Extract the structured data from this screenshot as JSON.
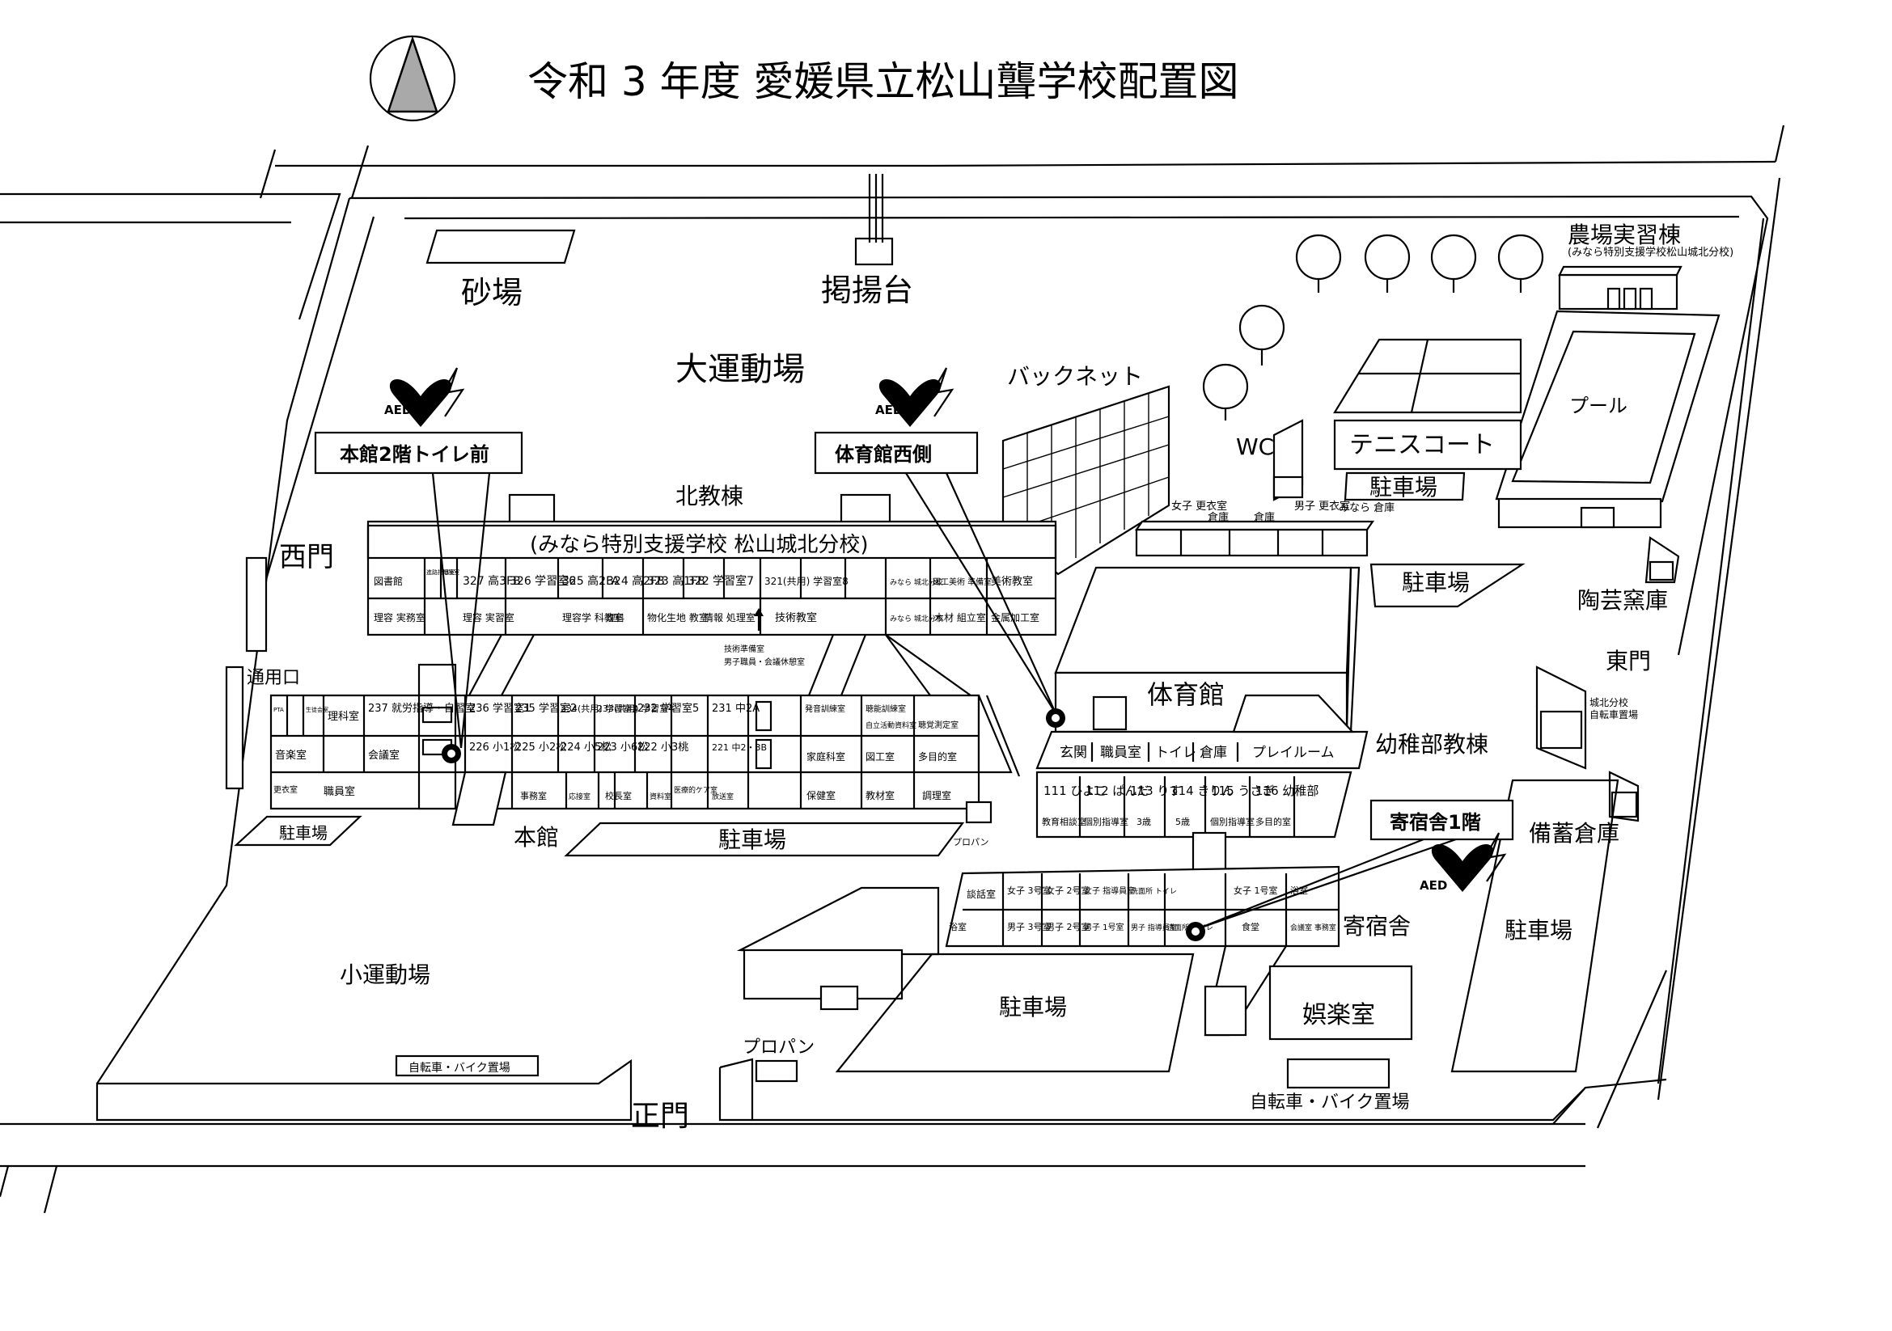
{
  "title": "令和 3 年度 愛媛県立松山聾学校配置図",
  "labels": {
    "sunaba": "砂場",
    "keiyoudai": "掲揚台",
    "dai_undoujou": "大運動場",
    "backnet": "バックネット",
    "wc": "WC",
    "tennis_court": "テニスコート",
    "parking_tennis": "駐車場",
    "nojo_title": "農場実習棟",
    "nojo_sub": "(みなら特別支援学校松山城北分校)",
    "pool": "プール",
    "tougei": "陶芸窯庫",
    "higashimon": "東門",
    "johoku_bunko_1": "城北分校",
    "johoku_bunko_2": "自転車置場",
    "bichiku": "備蓄倉庫",
    "parking_east": "駐車場",
    "youchibu": "幼稚部教棟",
    "taiikukan": "体育館",
    "parking_gym": "駐車場",
    "kita_kyoutou": "北教棟",
    "minara_banner": "(みなら特別支援学校 松山城北分校)",
    "nishimon": "西門",
    "tsuuyouguchi": "通用口",
    "parking_west": "駐車場",
    "honkan": "本館",
    "parking_center": "駐車場",
    "propane_1": "プロパン",
    "propane_2": "プロパン",
    "shou_undoujou": "小運動場",
    "bike_left": "自転車・バイク置場",
    "seimon": "正門",
    "parking_south": "駐車場",
    "kishukusha": "寄宿舎",
    "goraku": "娯楽室",
    "bike_right": "自転車・バイク置場",
    "kouiten": "女子 更衣室",
    "souko_1": "倉庫",
    "souko_2": "倉庫",
    "kouiten_m": "男子 更衣室",
    "minara_souko": "みなら 倉庫",
    "gijutsu_junbi": "技術準備室",
    "danshi_kyuukei": "男子職員・会議休憩室"
  },
  "aed": [
    {
      "mark": "AED",
      "location": "本館2階トイレ前"
    },
    {
      "mark": "AED",
      "location": "体育館西側"
    },
    {
      "mark": "AED",
      "location": "寄宿舎1階"
    }
  ],
  "rooms_north_top": [
    "図書館",
    "進路指導室",
    "相談室",
    "327 高3FB",
    "326 学習室6",
    "325 高2FA",
    "324 高2FB",
    "323 高1FB",
    "322 学習室7",
    "321(共用) 学習室8",
    "みなら 城北分校",
    "図工美術 準備室",
    "美術教室"
  ],
  "rooms_north_bottom": [
    "理容 実務室",
    "理容 実習室",
    "理容学 科教室",
    "理科",
    "物化生地 教室",
    "情報 処理室",
    "技術教室",
    "みなら 城北分校",
    "木材 組立室",
    "金属加工室"
  ],
  "rooms_main_2f": [
    "PTA",
    "生徒会室",
    "理科室",
    "237 就労指導・自習室",
    "236 学習室1",
    "235 学習室2",
    "234(共用) 学習室3",
    "233(共用) 学習室4",
    "232 学習室5",
    "231 中2A",
    "発音訓練室",
    "聴能訓練室",
    "自立活動資料室",
    "聴覚測定室"
  ],
  "rooms_main_1f": [
    "音楽室",
    "会議室",
    "更衣室",
    "職員室",
    "226 小1松",
    "225 小2松",
    "224 小5松",
    "223 小6松",
    "222 小3桃",
    "221 中2・3B",
    "家庭科室",
    "図工室",
    "多目的室",
    "玄関",
    "事務室",
    "応接室",
    "校長室",
    "資料室",
    "医療的ケア室",
    "放送室",
    "保健室",
    "教材室",
    "調理室"
  ],
  "rooms_gym": [
    "玄関",
    "職員室",
    "トイレ",
    "倉庫",
    "プレイルーム"
  ],
  "rooms_youchibu": [
    "111 ひよこ",
    "112 ぱんだ",
    "113 りす",
    "114 きりん",
    "115 うさぎ",
    "116 幼稚部",
    "教育相談室",
    "個別指導室",
    "3歳",
    "5歳",
    "個別指導室",
    "多目的室"
  ],
  "rooms_dorm_top": [
    "談話室",
    "女子 3号室",
    "女子 2号室",
    "女子 指導員室",
    "洗面所 トイレ",
    "女子 1号室",
    "浴室"
  ],
  "rooms_dorm_bottom": [
    "浴室",
    "男子 3号室",
    "男子 2号室",
    "男子 1号室",
    "男子 指導員室",
    "洗面所 トイレ",
    "食堂",
    "会議室 事務室"
  ]
}
